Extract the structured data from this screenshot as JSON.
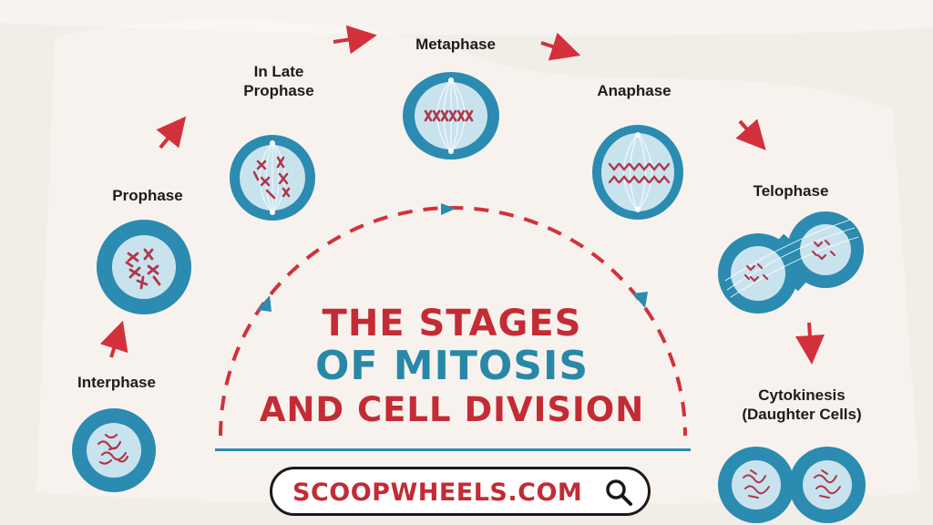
{
  "title": {
    "line1": "THE STAGES",
    "line2": "OF MITOSIS",
    "line3": "AND CELL DIVISION"
  },
  "stages": {
    "interphase": "Interphase",
    "prophase": "Prophase",
    "late_prophase": "In Late\nProphase",
    "metaphase": "Metaphase",
    "anaphase": "Anaphase",
    "telophase": "Telophase",
    "cytokinesis": "Cytokinesis\n(Daughter Cells)"
  },
  "search": {
    "text": "SCOOPWHEELS.COM",
    "icon": "magnifier-icon"
  },
  "colors": {
    "background": "#f3ede8",
    "cell_outer": "#2b8bb0",
    "cell_inner": "#c9e3ee",
    "chromosome": "#b2364a",
    "arrow_red": "#d2313b",
    "title_red": "#c32b35",
    "title_blue": "#2987a8"
  }
}
